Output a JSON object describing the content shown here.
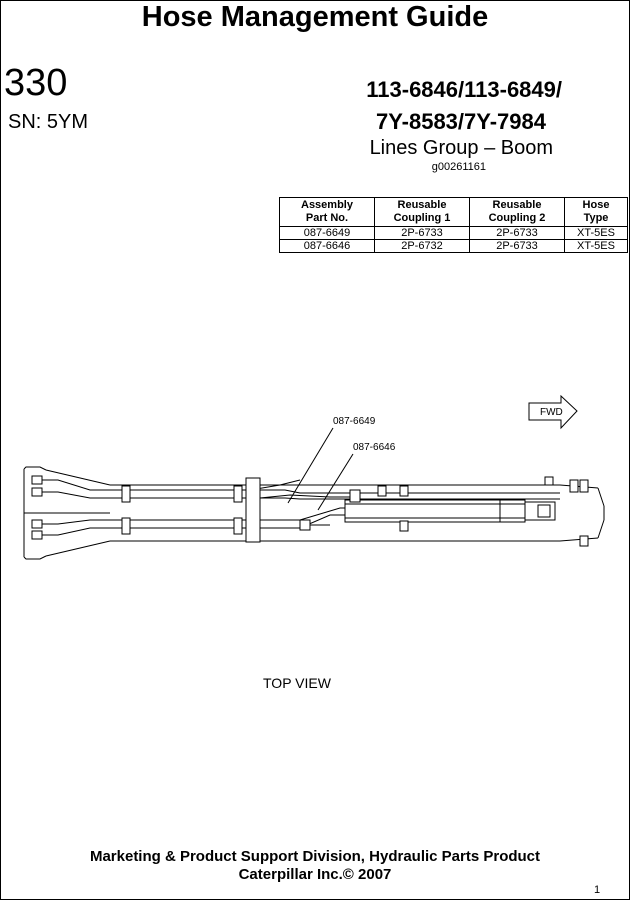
{
  "header": {
    "title": "Hose Management Guide",
    "model": "330",
    "serial": "SN:  5YM",
    "part_numbers_line1": "113-6846/113-6849/",
    "part_numbers_line2": "7Y-8583/7Y-7984",
    "group_name": "Lines Group – Boom",
    "graphic_id": "g00261161"
  },
  "parts_table": {
    "headers": [
      [
        "Assembly",
        "Part No."
      ],
      [
        "Reusable",
        "Coupling 1"
      ],
      [
        "Reusable",
        "Coupling 2"
      ],
      [
        "Hose",
        "Type"
      ]
    ],
    "rows": [
      [
        "087-6649",
        "2P-6733",
        "2P-6733",
        "XT-5ES"
      ],
      [
        "087-6646",
        "2P-6732",
        "2P-6733",
        "XT-5ES"
      ]
    ]
  },
  "diagram": {
    "callout_1": "087-6649",
    "callout_2": "087-6646",
    "direction_label": "FWD",
    "view_label": "TOP VIEW"
  },
  "footer": {
    "line1": "Marketing & Product Support Division, Hydraulic Parts Product",
    "line2": "Caterpillar Inc.© 2007",
    "page_number": "1"
  }
}
